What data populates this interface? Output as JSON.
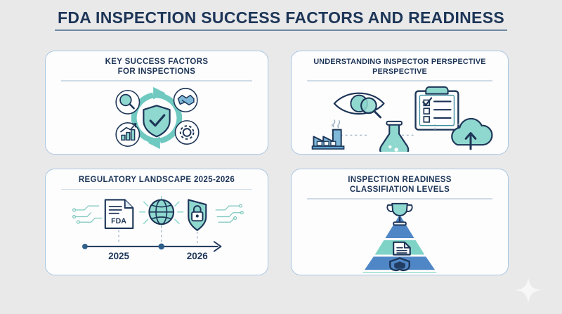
{
  "page": {
    "title": "FDA INSPECTION SUCCESS FACTORS AND READINESS",
    "background_color": "#e9e9ea",
    "title_color": "#1d3557",
    "rule_color": "#6e87a3"
  },
  "theme": {
    "navy": "#1d3557",
    "teal": "#5fc8bd",
    "teal_light": "#8fd8cf",
    "teal_dark": "#2e8b8b",
    "blue": "#4f86c6",
    "blue_light": "#a9c6e0",
    "card_bg": "#fdfdfe",
    "divider": "#cfdbe6"
  },
  "cards": [
    {
      "id": "key-success-factors",
      "title_lines": [
        "KEY SUCCESS FACTORS",
        "FOR INSPECTIONS"
      ],
      "graphic": "cycle-diagram",
      "center_icon": "shield-check-icon",
      "nodes": [
        {
          "icon": "magnifier-icon",
          "position": "top-left"
        },
        {
          "icon": "handshake-icon",
          "position": "top-right"
        },
        {
          "icon": "gear-icon",
          "position": "bottom-right"
        },
        {
          "icon": "bar-chart-icon",
          "position": "bottom-left"
        }
      ]
    },
    {
      "id": "inspector-perspective",
      "title_lines": [
        "UNDERSTANDING INSPECTOR PERSPECTIVE",
        "PERSPECTIVE"
      ],
      "graphic": "icon-flow",
      "row_top": [
        {
          "icon": "eye-magnifier-icon"
        },
        {
          "icon": "clipboard-checklist-icon"
        }
      ],
      "row_bottom": [
        {
          "icon": "factory-icon"
        },
        {
          "icon": "flask-icon"
        },
        {
          "icon": "cloud-upload-icon"
        }
      ]
    },
    {
      "id": "regulatory-landscape",
      "title_lines": [
        "REGULATORY LANDSCAPE 2025-2026"
      ],
      "graphic": "timeline",
      "icons": [
        {
          "icon": "fda-document-icon",
          "label": "FDA"
        },
        {
          "icon": "globe-icon"
        },
        {
          "icon": "shield-lock-icon"
        }
      ],
      "timeline_labels": [
        "2025",
        "2026"
      ],
      "decorations": [
        "circuit-trace-left",
        "circuit-trace-right"
      ]
    },
    {
      "id": "inspection-readiness",
      "title_lines": [
        "INSPECTION READINESS",
        "CLASSIFIATION LEVELS"
      ],
      "graphic": "pyramid",
      "levels": [
        {
          "icon": "trophy-icon",
          "color": "#4f86c6",
          "tier": 1
        },
        {
          "icon": "document-icon",
          "color": "#7fd3c6",
          "tier": 2
        },
        {
          "icon": "shield-icon",
          "color": "#4f86c6",
          "tier": 3
        },
        {
          "icon": "question-mark-icon",
          "label": "?",
          "color": "#7fd3c6",
          "tier": 4
        }
      ]
    }
  ],
  "decoration": {
    "corner_sparkle": "four-point-star-icon"
  }
}
